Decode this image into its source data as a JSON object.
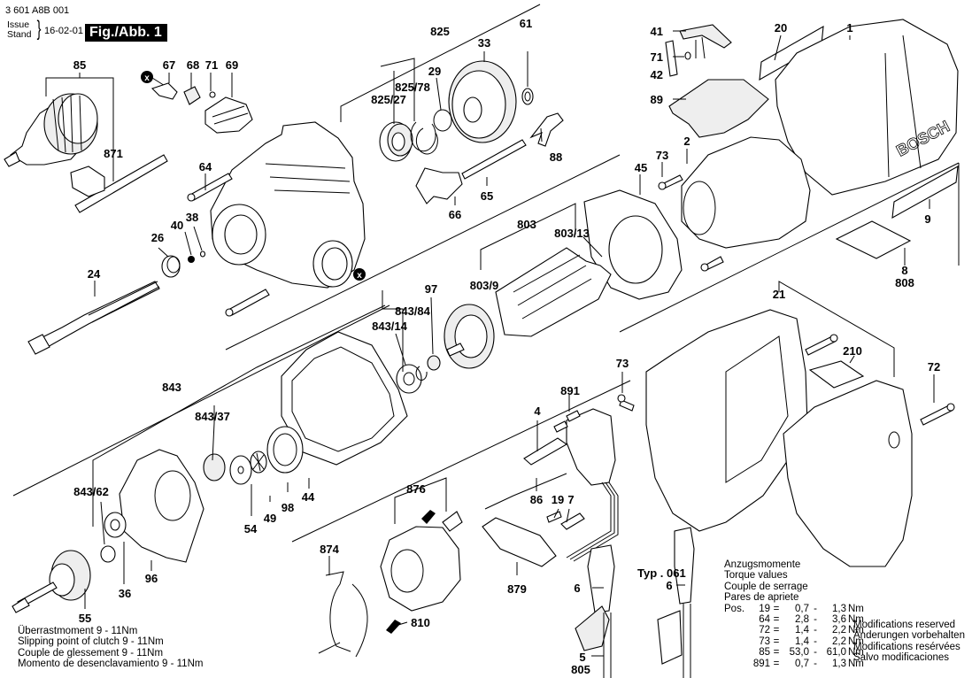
{
  "header": {
    "part_number": "3 601 A8B 001",
    "issue_label_1": "Issue",
    "issue_label_2": "Stand",
    "issue_date": "16-02-01",
    "figure_label": "Fig./Abb. 1"
  },
  "brand_on_housing": "BOSCH",
  "callouts": {
    "c85": "85",
    "c871": "871",
    "c67": "67",
    "c68": "68",
    "c71a": "71",
    "c69": "69",
    "c64": "64",
    "c38": "38",
    "c40": "40",
    "c26": "26",
    "c24": "24",
    "c825": "825",
    "c825_78": "825/78",
    "c825_27": "825/27",
    "c29": "29",
    "c33": "33",
    "c61": "61",
    "c88": "88",
    "c65": "65",
    "c66": "66",
    "c41": "41",
    "c71b": "71",
    "c42": "42",
    "c89": "89",
    "c20": "20",
    "c1": "1",
    "c2": "2",
    "c73a": "73",
    "c45": "45",
    "c9": "9",
    "c8": "8",
    "c808": "808",
    "c803": "803",
    "c803_13": "803/13",
    "c803_9": "803/9",
    "c97": "97",
    "c843_84": "843/84",
    "c843_14": "843/14",
    "c843": "843",
    "c843_37": "843/37",
    "c843_62": "843/62",
    "c36": "36",
    "c96": "96",
    "c54": "54",
    "c49": "49",
    "c98": "98",
    "c44": "44",
    "c55": "55",
    "c21": "21",
    "c210": "210",
    "c72": "72",
    "c73b": "73",
    "c891": "891",
    "c4": "4",
    "c86": "86",
    "c19": "19",
    "c7": "7",
    "c876": "876",
    "c874": "874",
    "c879": "879",
    "c810": "810",
    "c6a": "6",
    "c6b": "6",
    "c5": "5",
    "c805": "805",
    "x_marker": "x"
  },
  "type_label": "Typ . 061",
  "clutch_note": [
    "Überrastmoment 9 - 11Nm",
    "Slipping point of clutch 9 - 11Nm",
    "Couple de glessement 9 - 11Nm",
    "Momento de desenclavamiento 9 - 11Nm"
  ],
  "torque": {
    "headings": [
      "Anzugsmomente",
      "Torque values",
      "Couple de serrage",
      "Pares de apriete"
    ],
    "pos_label": "Pos.",
    "rows": [
      {
        "pos": "19",
        "eq": "=",
        "min": "0,7",
        "dash": "-",
        "max": "1,3",
        "unit": "Nm"
      },
      {
        "pos": "64",
        "eq": "=",
        "min": "2,8",
        "dash": "-",
        "max": "3,6",
        "unit": "Nm"
      },
      {
        "pos": "72",
        "eq": "=",
        "min": "1,4",
        "dash": "-",
        "max": "2,2",
        "unit": "Nm"
      },
      {
        "pos": "73",
        "eq": "=",
        "min": "1,4",
        "dash": "-",
        "max": "2,2",
        "unit": "Nm"
      },
      {
        "pos": "85",
        "eq": "=",
        "min": "53,0",
        "dash": "-",
        "max": "61,0",
        "unit": "Nm"
      },
      {
        "pos": "891",
        "eq": "=",
        "min": "0,7",
        "dash": "-",
        "max": "1,3",
        "unit": "Nm"
      }
    ]
  },
  "modifications": [
    "Modifications reserved",
    "Änderungen vorbehalten",
    "Modifications resérvées",
    "Salvo modificaciones"
  ]
}
